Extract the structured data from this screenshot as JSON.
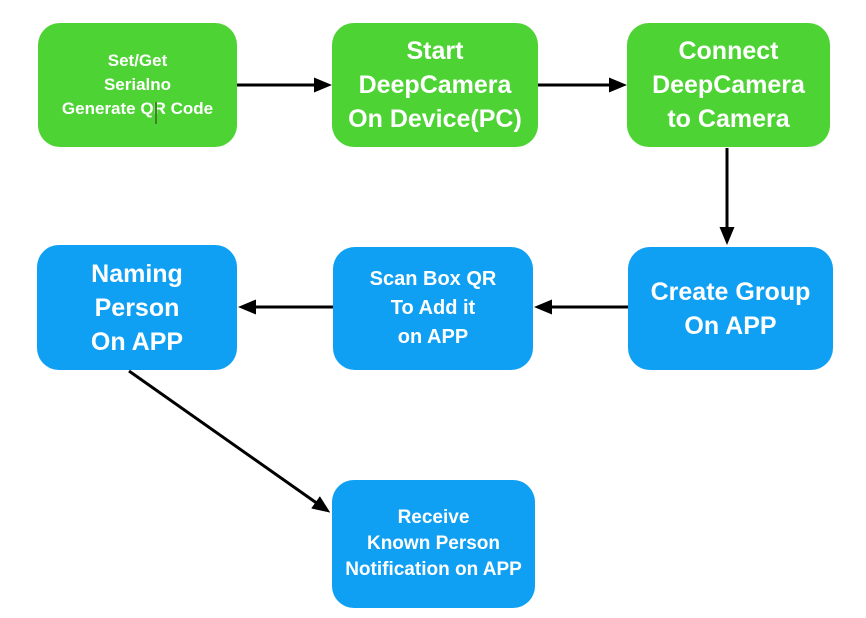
{
  "colors": {
    "node_green": "#4ed334",
    "node_blue": "#0fa0f3",
    "arrow": "#000000",
    "text": "#ffffff"
  },
  "nodes": {
    "set_get_serialno": {
      "label": "Set/Get\nSerialno\nGenerate QR Code",
      "fill": "green"
    },
    "start_deepcamera": {
      "label": "Start\nDeepCamera\nOn Device(PC)",
      "fill": "green"
    },
    "connect_deepcamera": {
      "label": "Connect\nDeepCamera\nto Camera",
      "fill": "green"
    },
    "create_group": {
      "label": "Create Group\nOn APP",
      "fill": "blue"
    },
    "scan_box_qr": {
      "label": "Scan Box QR\nTo Add it\non APP",
      "fill": "blue"
    },
    "naming_person": {
      "label": "Naming\nPerson\nOn APP",
      "fill": "blue"
    },
    "receive_notification": {
      "label": "Receive\nKnown Person\nNotification on APP",
      "fill": "blue"
    }
  },
  "edges": [
    {
      "from": "set_get_serialno",
      "to": "start_deepcamera",
      "direction": "right"
    },
    {
      "from": "start_deepcamera",
      "to": "connect_deepcamera",
      "direction": "right"
    },
    {
      "from": "connect_deepcamera",
      "to": "create_group",
      "direction": "down"
    },
    {
      "from": "create_group",
      "to": "scan_box_qr",
      "direction": "left"
    },
    {
      "from": "scan_box_qr",
      "to": "naming_person",
      "direction": "left"
    },
    {
      "from": "naming_person",
      "to": "receive_notification",
      "direction": "down-right"
    }
  ]
}
